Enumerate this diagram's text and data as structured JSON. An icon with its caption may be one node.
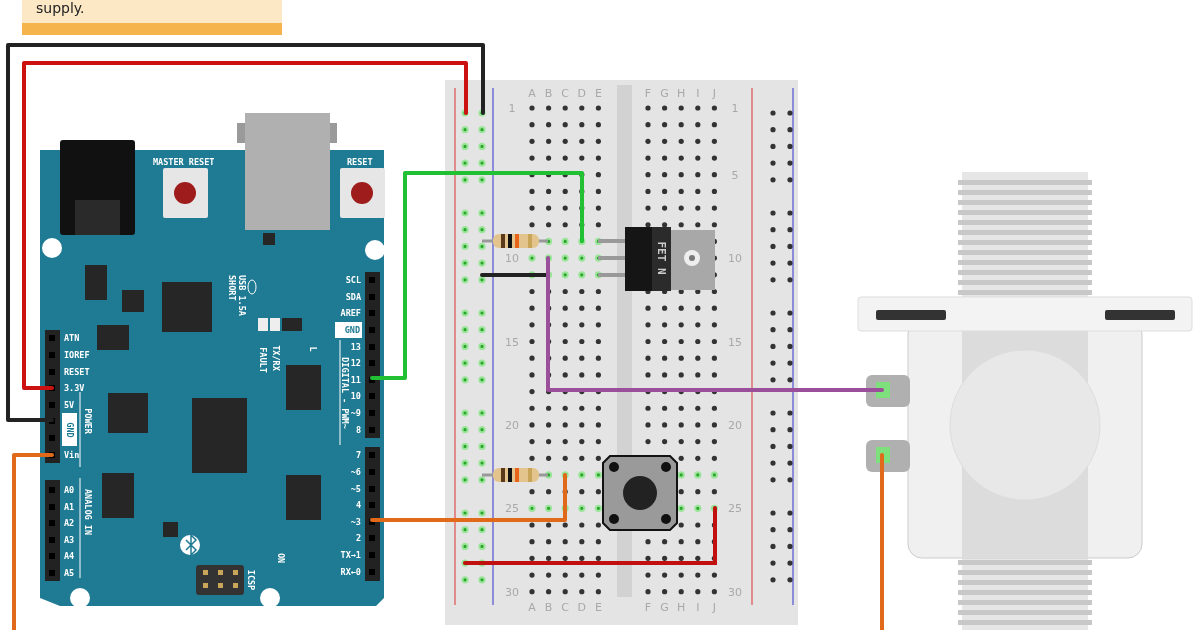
{
  "diagram": {
    "nodes": [
      {
        "text": [
          "supply."
        ]
      },
      {
        "text": [
          "MASTER RESET",
          "RESET",
          "USB 1.5A SHORT",
          "SCL",
          "SDA",
          "AREF",
          "GND",
          "13",
          "12",
          "11",
          "10",
          "~9",
          "8",
          "7",
          "~6",
          "~5",
          "4",
          "~3",
          "2",
          "TX→1",
          "RX←0",
          "DIGITAL - PWM~",
          "L",
          "TX/RX",
          "FAULT",
          "ATN",
          "IOREF",
          "RESET",
          "3.3V",
          "5V",
          "GND",
          "Vin",
          "POWER",
          "A0",
          "A1",
          "A2",
          "A3",
          "A4",
          "A5",
          "ANALOG IN",
          "ON",
          "ICSP"
        ]
      },
      {
        "text": [
          "A",
          "B",
          "C",
          "D",
          "E",
          "F",
          "G",
          "H",
          "I",
          "J",
          "1",
          "1",
          "5",
          "10",
          "10",
          "15",
          "15",
          "20",
          "20",
          "25",
          "25",
          "30",
          "30",
          "A",
          "B",
          "C",
          "D",
          "E",
          "F",
          "G",
          "H",
          "I",
          "J"
        ]
      },
      {
        "text": [],
        "shape": "picture",
        "in": 2
      },
      {
        "text": [
          "FET N"
        ],
        "in": 2
      },
      {
        "text": [],
        "shape": "picture",
        "in": 2
      },
      {
        "text": [],
        "shape": "picture",
        "in": 2
      },
      {
        "text": [],
        "shape": "picture"
      }
    ],
    "edges": [
      {
        "from": 1,
        "to": 2,
        "arrow": "none",
        "color": "#222222"
      },
      {
        "from": 1,
        "to": 2,
        "arrow": "none",
        "color": "#cc1111"
      },
      {
        "from": 1,
        "to": 2,
        "arrow": "none",
        "color": "#22c033"
      },
      {
        "from": 1,
        "to": 2,
        "arrow": "none",
        "color": "#e0691a"
      },
      {
        "from": 1,
        "to": null,
        "arrow": "none",
        "color": "#e0691a"
      },
      {
        "from": 2,
        "to": 7,
        "arrow": "none",
        "color": "#9b4f9b"
      },
      {
        "from": 7,
        "to": null,
        "arrow": "none",
        "color": "#e0691a"
      }
    ]
  }
}
